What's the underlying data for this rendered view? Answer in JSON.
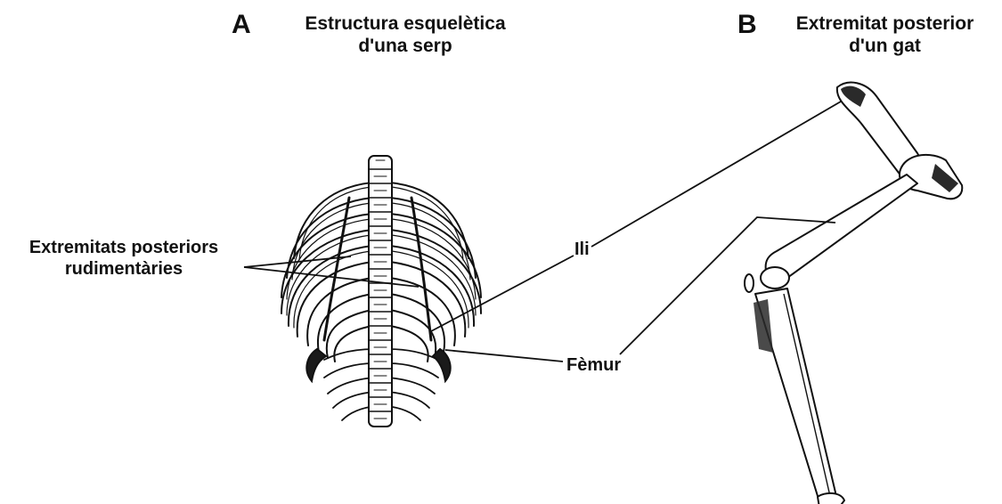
{
  "panel_a": {
    "letter": "A",
    "title_line1": "Estructura esquelètica",
    "title_line2": "d'una serp"
  },
  "panel_b": {
    "letter": "B",
    "title_line1": "Extremitat posterior",
    "title_line2": "d'un gat"
  },
  "labels": {
    "vestigial_line1": "Extremitats posteriors",
    "vestigial_line2": "rudimentàries",
    "ilium": "Ili",
    "femur": "Fèmur"
  },
  "colors": {
    "ink": "#111111",
    "bone_fill": "#ffffff",
    "shade": "#2a2a2a"
  }
}
